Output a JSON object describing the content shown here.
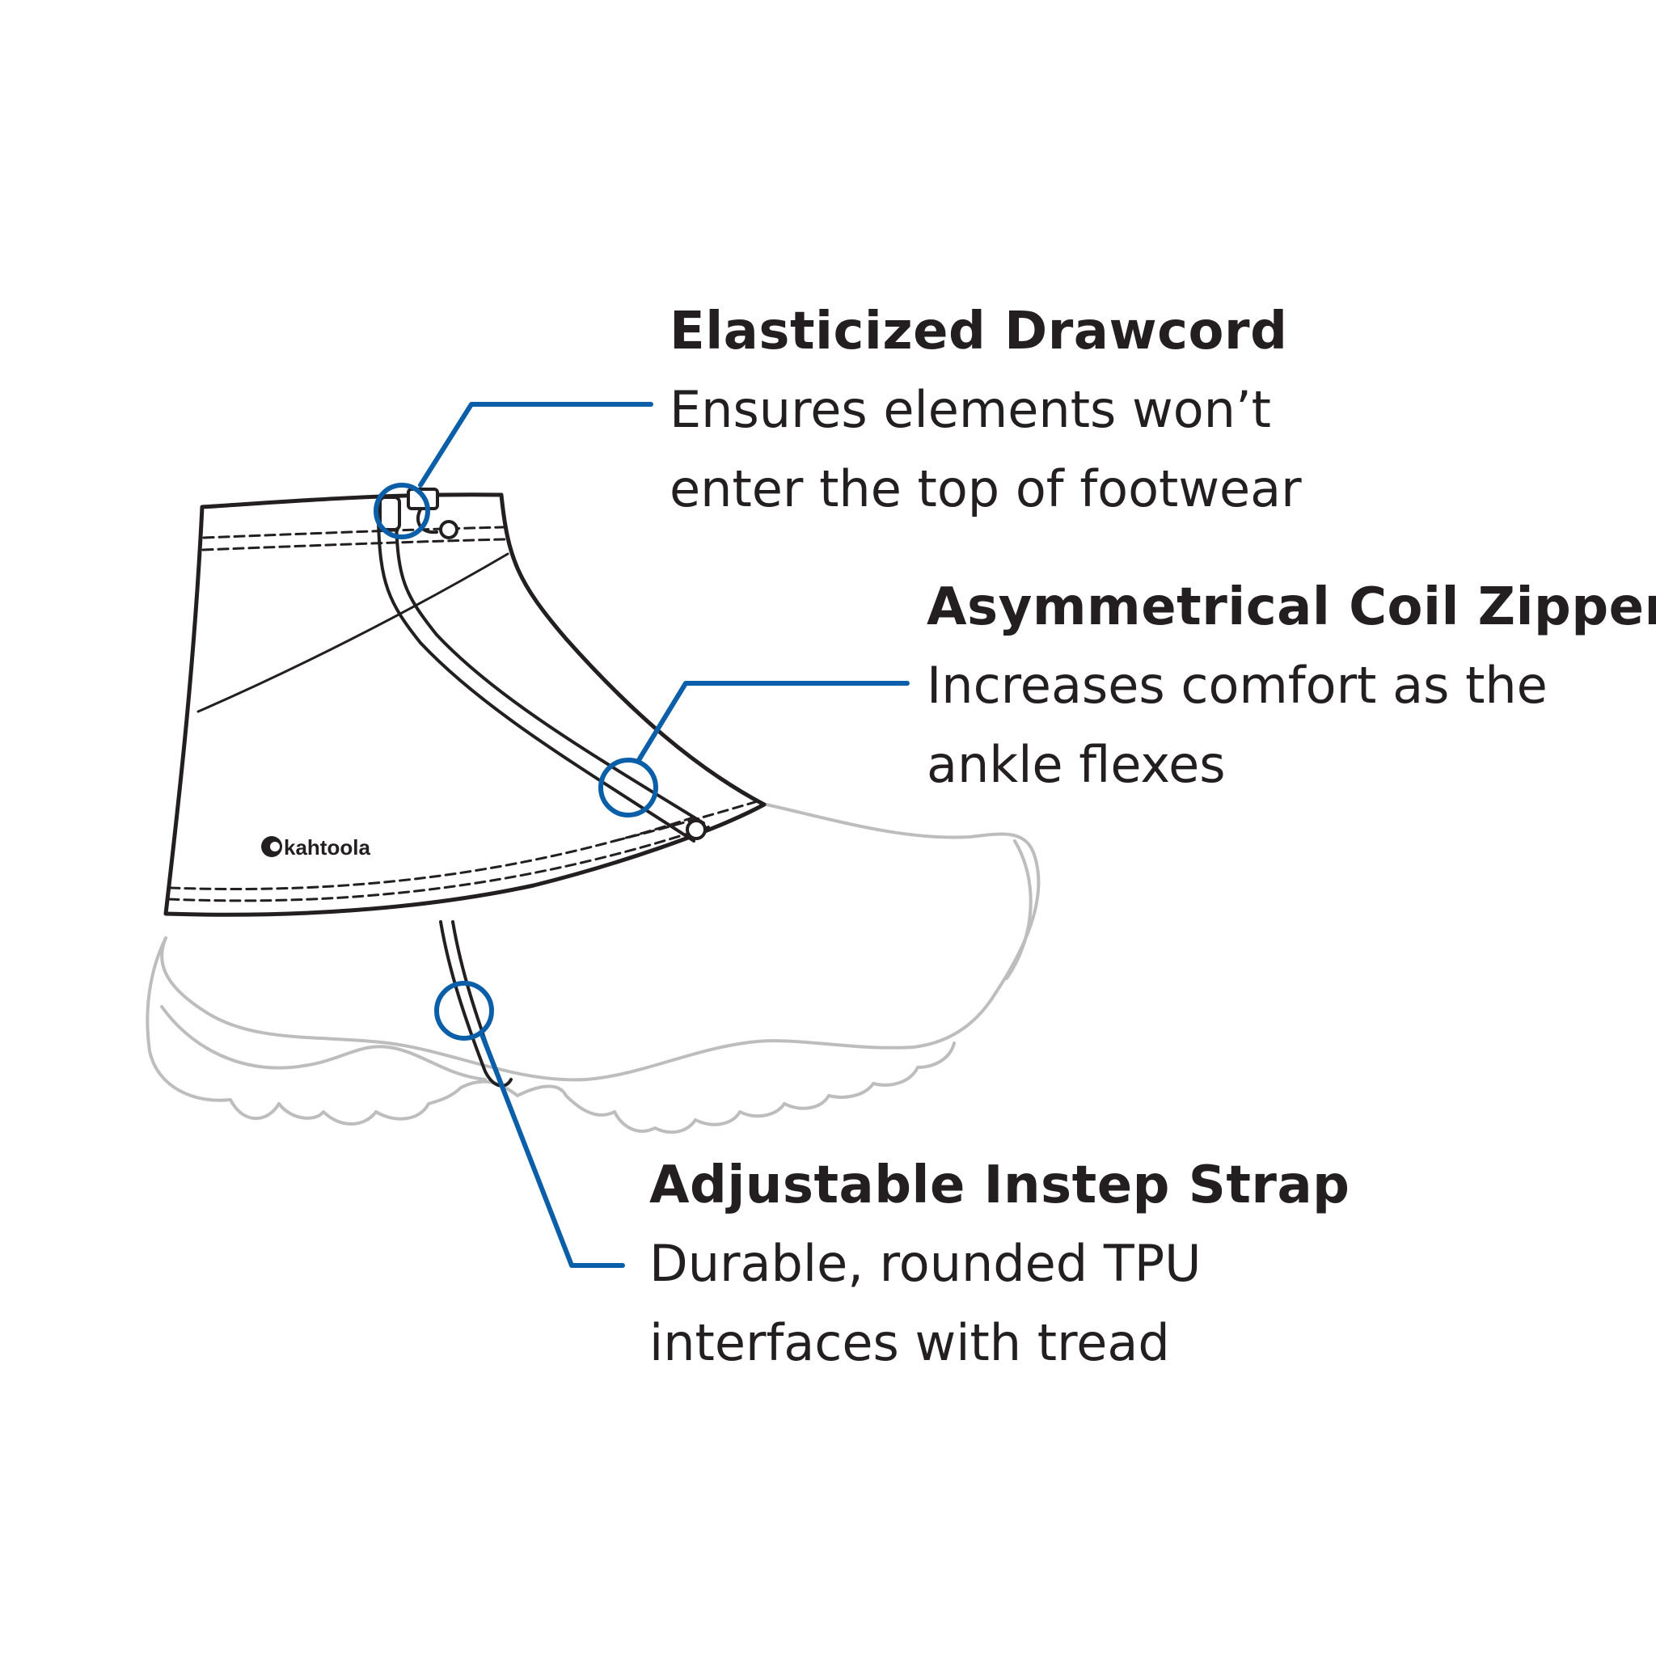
{
  "colors": {
    "accent": "#0b5ea8",
    "outline": "#231f20",
    "boot": "#bdbdbd",
    "background": "#ffffff"
  },
  "brand_logo": "kahtoola",
  "callouts": {
    "drawcord": {
      "title": "Elasticized Drawcord",
      "line1": "Ensures elements won’t",
      "line2": "enter the top of footwear"
    },
    "zipper": {
      "title": "Asymmetrical Coil Zipper",
      "line1": "Increases comfort as the",
      "line2": "ankle flexes"
    },
    "strap": {
      "title": "Adjustable Instep Strap",
      "line1": "Durable, rounded TPU",
      "line2": "interfaces with tread"
    }
  }
}
